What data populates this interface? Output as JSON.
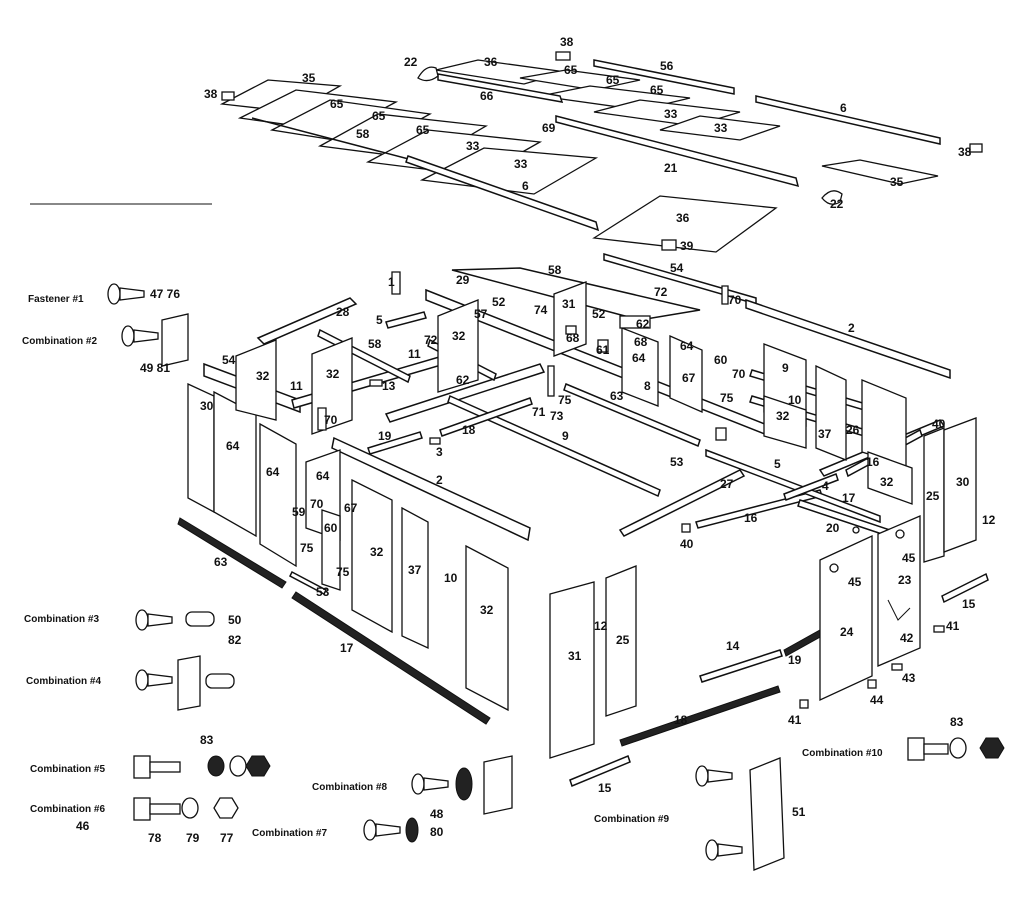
{
  "callouts": [
    {
      "id": "c38a",
      "text": "38"
    },
    {
      "id": "c22a",
      "text": "22"
    },
    {
      "id": "c36a",
      "text": "36"
    },
    {
      "id": "c56a",
      "text": "56"
    },
    {
      "id": "c66",
      "text": "66"
    },
    {
      "id": "c65a",
      "text": "65"
    },
    {
      "id": "c65b",
      "text": "65"
    },
    {
      "id": "c65c",
      "text": "65"
    },
    {
      "id": "c38b",
      "text": "38"
    },
    {
      "id": "c35a",
      "text": "35"
    },
    {
      "id": "c65d",
      "text": "65"
    },
    {
      "id": "c65e",
      "text": "65"
    },
    {
      "id": "c65f",
      "text": "65"
    },
    {
      "id": "c58a",
      "text": "58"
    },
    {
      "id": "c33a",
      "text": "33"
    },
    {
      "id": "c33b",
      "text": "33"
    },
    {
      "id": "c69",
      "text": "69"
    },
    {
      "id": "c33c",
      "text": "33"
    },
    {
      "id": "c33d",
      "text": "33"
    },
    {
      "id": "c6a",
      "text": "6"
    },
    {
      "id": "c6b",
      "text": "6"
    },
    {
      "id": "c21",
      "text": "21"
    },
    {
      "id": "c38c",
      "text": "38"
    },
    {
      "id": "c35b",
      "text": "35"
    },
    {
      "id": "c22b",
      "text": "22"
    },
    {
      "id": "c36b",
      "text": "36"
    },
    {
      "id": "c39",
      "text": "39"
    },
    {
      "id": "c54a",
      "text": "54"
    },
    {
      "id": "c58b",
      "text": "58"
    },
    {
      "id": "c1",
      "text": "1"
    },
    {
      "id": "c29",
      "text": "29"
    },
    {
      "id": "c72a",
      "text": "72"
    },
    {
      "id": "c70a",
      "text": "70"
    },
    {
      "id": "c28",
      "text": "28"
    },
    {
      "id": "c52a",
      "text": "52"
    },
    {
      "id": "c31a",
      "text": "31"
    },
    {
      "id": "c5a",
      "text": "5"
    },
    {
      "id": "c57",
      "text": "57"
    },
    {
      "id": "c74",
      "text": "74"
    },
    {
      "id": "c52b",
      "text": "52"
    },
    {
      "id": "c62a",
      "text": "62"
    },
    {
      "id": "c2a",
      "text": "2"
    },
    {
      "id": "c72b",
      "text": "72"
    },
    {
      "id": "c32a",
      "text": "32"
    },
    {
      "id": "c68",
      "text": "68"
    },
    {
      "id": "c61",
      "text": "61"
    },
    {
      "id": "c68b",
      "text": "68"
    },
    {
      "id": "c64a",
      "text": "64"
    },
    {
      "id": "c64b",
      "text": "64"
    },
    {
      "id": "c54b",
      "text": "54"
    },
    {
      "id": "c58c",
      "text": "58"
    },
    {
      "id": "c11a",
      "text": "11"
    },
    {
      "id": "c60a",
      "text": "60"
    },
    {
      "id": "c9a",
      "text": "9"
    },
    {
      "id": "c67a",
      "text": "67"
    },
    {
      "id": "c70b",
      "text": "70"
    },
    {
      "id": "c32b",
      "text": "32"
    },
    {
      "id": "c11b",
      "text": "11"
    },
    {
      "id": "c32c",
      "text": "32"
    },
    {
      "id": "c13",
      "text": "13"
    },
    {
      "id": "c62b",
      "text": "62"
    },
    {
      "id": "c71",
      "text": "71"
    },
    {
      "id": "c73",
      "text": "73"
    },
    {
      "id": "c75a",
      "text": "75"
    },
    {
      "id": "c63a",
      "text": "63"
    },
    {
      "id": "c8",
      "text": "8"
    },
    {
      "id": "c10a",
      "text": "10"
    },
    {
      "id": "c32d",
      "text": "32"
    },
    {
      "id": "c30a",
      "text": "30"
    },
    {
      "id": "c70c",
      "text": "70"
    },
    {
      "id": "c19a",
      "text": "19"
    },
    {
      "id": "c18a",
      "text": "18"
    },
    {
      "id": "c9b",
      "text": "9"
    },
    {
      "id": "c75b",
      "text": "75"
    },
    {
      "id": "c37a",
      "text": "37"
    },
    {
      "id": "c26",
      "text": "26"
    },
    {
      "id": "c40a",
      "text": "40"
    },
    {
      "id": "c3",
      "text": "3"
    },
    {
      "id": "c64c",
      "text": "64"
    },
    {
      "id": "c64d",
      "text": "64"
    },
    {
      "id": "c64e",
      "text": "64"
    },
    {
      "id": "c53a",
      "text": "53"
    },
    {
      "id": "c5b",
      "text": "5"
    },
    {
      "id": "c16a",
      "text": "16"
    },
    {
      "id": "c2b",
      "text": "2"
    },
    {
      "id": "c27",
      "text": "27"
    },
    {
      "id": "c4",
      "text": "4"
    },
    {
      "id": "c32e",
      "text": "32"
    },
    {
      "id": "c30b",
      "text": "30"
    },
    {
      "id": "c59",
      "text": "59"
    },
    {
      "id": "c70d",
      "text": "70"
    },
    {
      "id": "c60b",
      "text": "60"
    },
    {
      "id": "c67b",
      "text": "67"
    },
    {
      "id": "c17a",
      "text": "17"
    },
    {
      "id": "c25a",
      "text": "25"
    },
    {
      "id": "c12a",
      "text": "12"
    },
    {
      "id": "c16b",
      "text": "16"
    },
    {
      "id": "c20",
      "text": "20"
    },
    {
      "id": "c75c",
      "text": "75"
    },
    {
      "id": "c32f",
      "text": "32"
    },
    {
      "id": "c40b",
      "text": "40"
    },
    {
      "id": "c45a",
      "text": "45"
    },
    {
      "id": "c63b",
      "text": "63"
    },
    {
      "id": "c75d",
      "text": "75"
    },
    {
      "id": "c37b",
      "text": "37"
    },
    {
      "id": "c10b",
      "text": "10"
    },
    {
      "id": "c45b",
      "text": "45"
    },
    {
      "id": "c23",
      "text": "23"
    },
    {
      "id": "c53b",
      "text": "53"
    },
    {
      "id": "c32g",
      "text": "32"
    },
    {
      "id": "c15a",
      "text": "15"
    },
    {
      "id": "c12b",
      "text": "12"
    },
    {
      "id": "c41a",
      "text": "41"
    },
    {
      "id": "c24",
      "text": "24"
    },
    {
      "id": "c42",
      "text": "42"
    },
    {
      "id": "c31b",
      "text": "31"
    },
    {
      "id": "c25b",
      "text": "25"
    },
    {
      "id": "c14",
      "text": "14"
    },
    {
      "id": "c17b",
      "text": "17"
    },
    {
      "id": "c19b",
      "text": "19"
    },
    {
      "id": "c43",
      "text": "43"
    },
    {
      "id": "c44",
      "text": "44"
    },
    {
      "id": "c18b",
      "text": "18"
    },
    {
      "id": "c41b",
      "text": "41"
    },
    {
      "id": "c15b",
      "text": "15"
    }
  ],
  "hardware_labels": {
    "fastener1": "Fastener #1",
    "fastener1_parts": "47 76",
    "combo2": "Combination #2",
    "combo2_parts": "49 81",
    "combo3": "Combination #3",
    "combo3_parts_top": "50",
    "combo3_parts_bottom": "82",
    "combo4": "Combination #4",
    "combo5": "Combination #5",
    "combo5_part": "83",
    "combo6": "Combination #6",
    "combo6_num": "46",
    "combo6_parts": [
      "78",
      "79",
      "77"
    ],
    "combo7": "Combination #7",
    "combo78_parts_top": "48",
    "combo78_parts_bottom": "80",
    "combo8": "Combination #8",
    "combo9": "Combination #9",
    "combo9_part": "51",
    "combo10": "Combination #10",
    "combo10_part": "83"
  }
}
